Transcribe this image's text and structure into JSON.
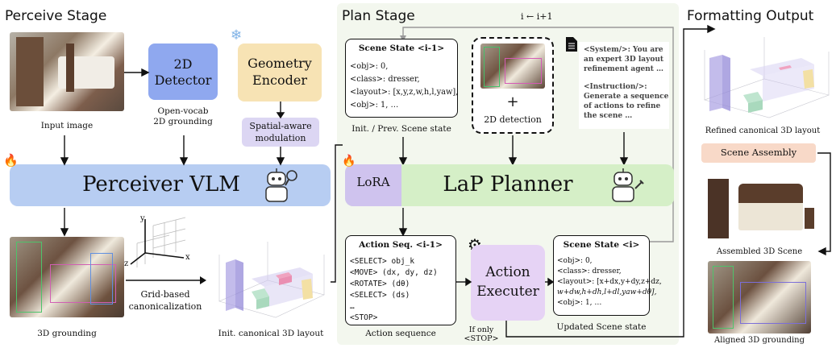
{
  "stages": {
    "perceive": "Perceive Stage",
    "plan": "Plan Stage",
    "format": "Formatting Output"
  },
  "perceive": {
    "input_image_caption": "Input image",
    "detector_label": "2D\nDetector",
    "detector_caption": "Open-vocab\n2D grounding",
    "geometry_label": "Geometry\nEncoder",
    "spatial_label": "Spatial-aware\nmodulation",
    "vlm_label": "Perceiver VLM",
    "grounding_caption": "3D grounding",
    "grid_caption": "Grid-based\ncanonicalization",
    "axis_x": "x",
    "axis_y": "y",
    "axis_z": "z",
    "init_layout_caption": "Init. canonical 3D layout"
  },
  "plan": {
    "loop_label": "i ← i+1",
    "scene_state_prev": {
      "title": "Scene State <i-1>",
      "lines": [
        "<obj>: 0,",
        "<class>: dresser,",
        "<layout>: [x,y,z,w,h,l,yaw],",
        "<obj>: 1, …"
      ],
      "caption": "Init. / Prev. Scene state"
    },
    "detection": {
      "plus": "+",
      "label": "2D detection"
    },
    "prompt": {
      "system": "<System/>: You are an expert 3D layout refinement agent …",
      "instruction": "<Instruction/>: Generate a sequence of actions to refine the scene …"
    },
    "lora_label": "LoRA",
    "planner_label": "LaP Planner",
    "action_seq": {
      "title": "Action Seq. <i-1>",
      "lines": [
        "<SELECT> obj_k",
        "<MOVE> (dx, dy, dz)",
        "<ROTATE> (dθ)",
        "<SELECT> (ds)",
        "…",
        "<STOP>"
      ],
      "caption": "Action sequence"
    },
    "executer_label": "Action\nExecuter",
    "stop_caption": "If only\n<STOP>",
    "scene_state_new": {
      "title": "Scene State <i>",
      "lines": [
        "<obj>: 0,",
        "<class>: dresser,",
        "<layout>: [x+dx,y+dy,z+dz,",
        "w+dw,h+dh,l+dl,yaw+dθ],",
        "<obj>: 1, …"
      ],
      "caption": "Updated Scene state"
    }
  },
  "format": {
    "refined_caption": "Refined canonical 3D layout",
    "assembly_label": "Scene Assembly",
    "assembled_caption": "Assembled 3D Scene",
    "aligned_caption": "Aligned 3D grounding"
  },
  "colors": {
    "detector": "#8fa8ef",
    "geometry": "#f7e3b4",
    "spatial": "#dcd6f3",
    "vlm": "#b7cdf2",
    "planner": "#d5efc7",
    "lora": "#cfc3ee",
    "executer": "#e6d3f5",
    "assembly": "#f8d9c8",
    "plan_panel": "#f3f7ee"
  }
}
